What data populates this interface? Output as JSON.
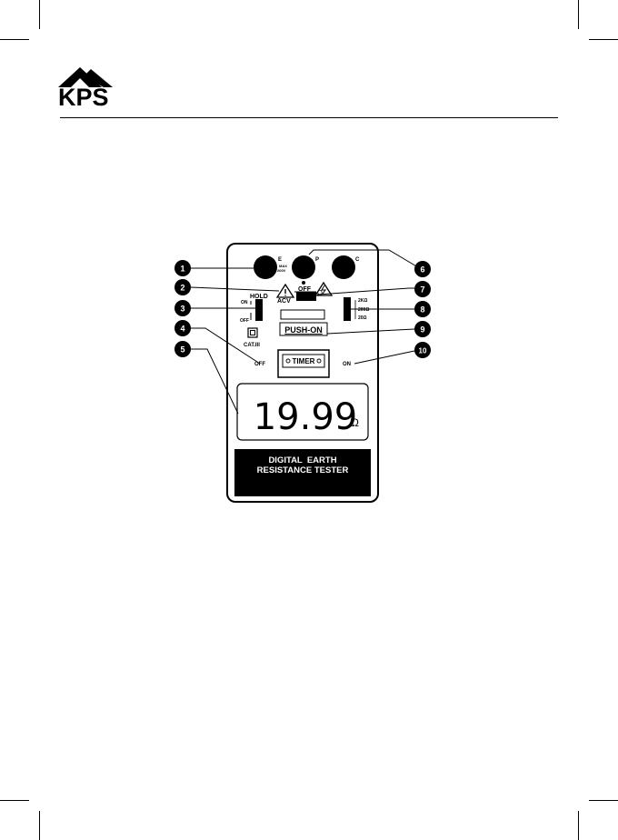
{
  "brand": {
    "name": "KPS"
  },
  "device": {
    "terminals": [
      "E",
      "P",
      "C"
    ],
    "max_label": [
      "MAX",
      "200V"
    ],
    "dial": {
      "off_label": "OFF",
      "acv_label": "ACV",
      "ohm_label": "Ω"
    },
    "hold": {
      "title": "HOLD",
      "on": "ON",
      "off": "OFF"
    },
    "cat_label": "CAT.III",
    "range_labels": [
      "2KΩ",
      "200Ω",
      "20Ω"
    ],
    "push_label": "PUSH-ON",
    "timer": {
      "label": "TIMER",
      "off": "OFF",
      "on": "ON"
    },
    "display": {
      "value": "19.99",
      "unit": "Ω"
    },
    "name_lines": [
      "DIGITAL  EARTH",
      "RESISTANCE TESTER"
    ]
  },
  "callouts": [
    "1",
    "2",
    "3",
    "4",
    "5",
    "6",
    "7",
    "8",
    "9",
    "10"
  ],
  "colors": {
    "ink": "#000000",
    "paper": "#ffffff"
  }
}
